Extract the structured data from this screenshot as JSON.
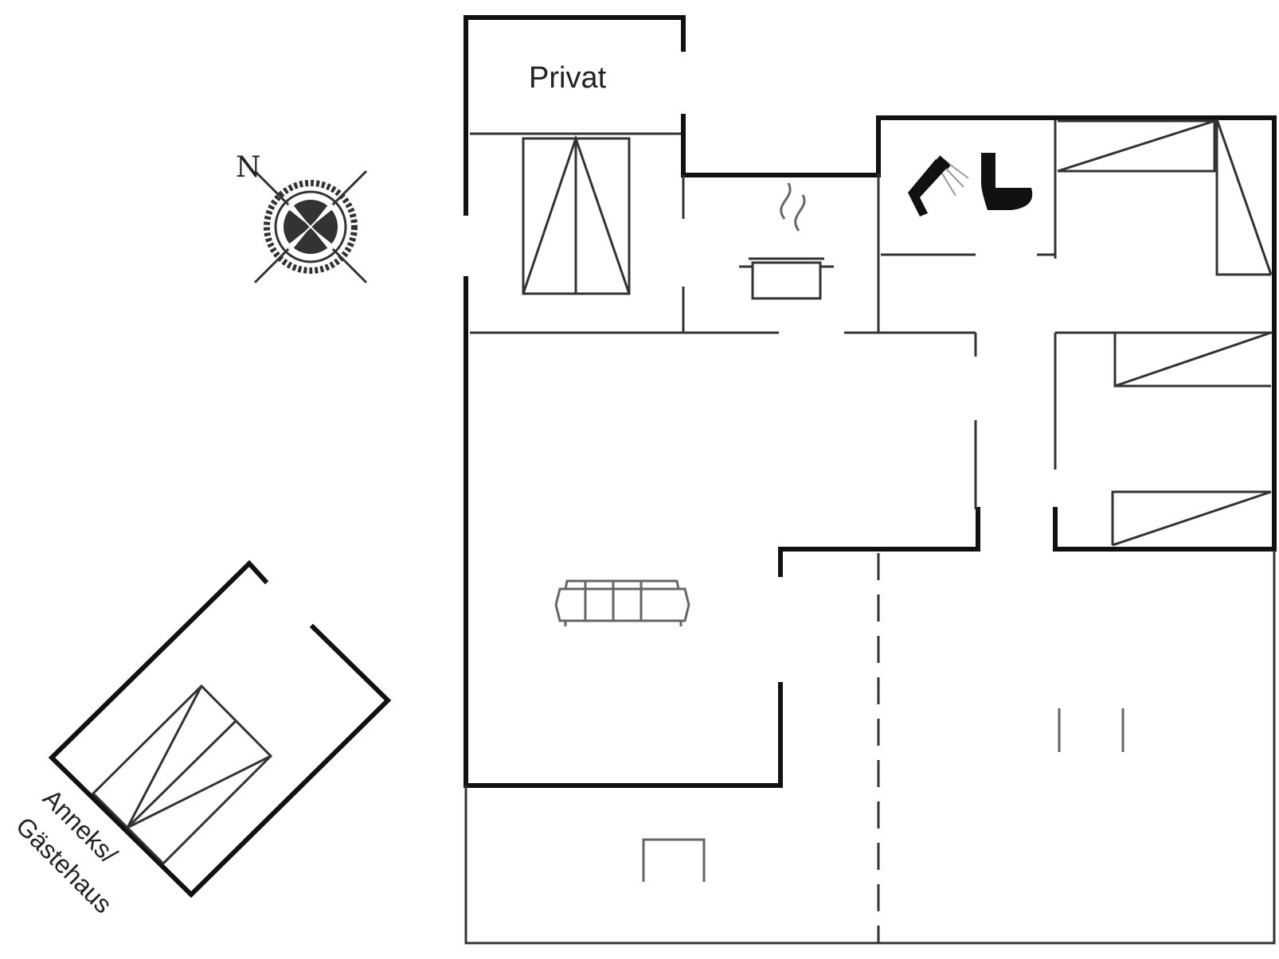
{
  "labels": {
    "privat": "Privat",
    "annex_line1": "Anneks/",
    "annex_line2": "Gästehaus",
    "north": "N"
  },
  "icons": [
    "compass-icon",
    "cooking-pot-icon",
    "shower-icon",
    "toilet-icon",
    "sofa-icon",
    "bed-icon",
    "fireplace-icon"
  ],
  "colors": {
    "wall": "#111111",
    "line": "#333333",
    "fixture": "#666666",
    "background": "#ffffff"
  }
}
